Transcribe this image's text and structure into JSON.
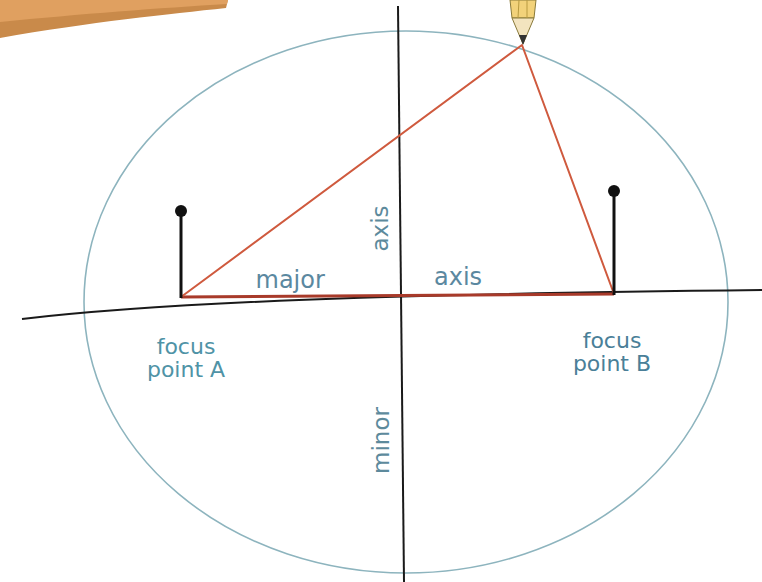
{
  "diagram": {
    "labels": [
      "axis",
      "major",
      "axis",
      "focus point A",
      "minor",
      "focus point B"
    ]
  }
}
